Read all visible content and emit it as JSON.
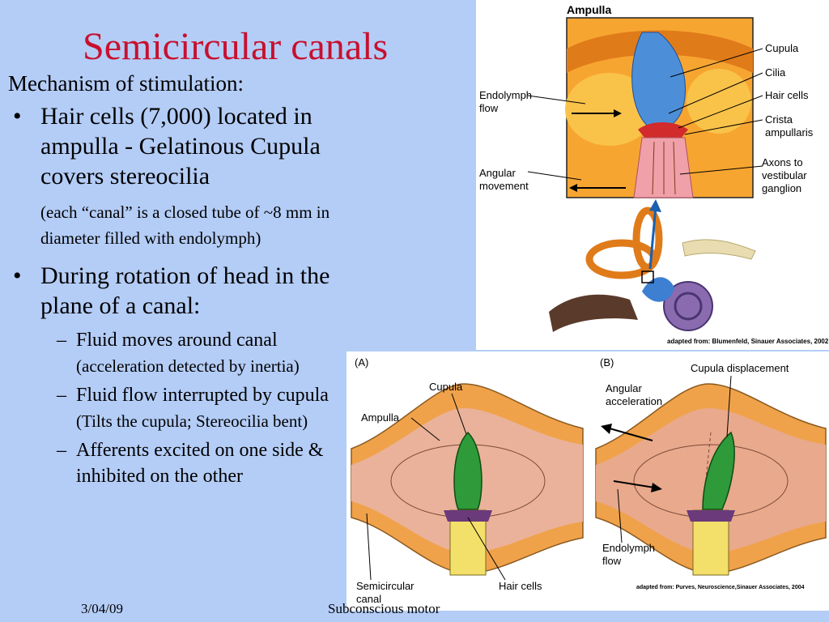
{
  "slide": {
    "title": "Semicircular canals",
    "intro": "Mechanism of stimulation:",
    "bullet_mark": "•",
    "dash_mark": "–",
    "bullet1": "Hair cells (7,000) located in ampulla - Gelatinous Cupula covers stereocilia",
    "note": "(each “canal” is a closed tube of ~8 mm in diameter filled with endolymph)",
    "bullet2": "During rotation of head in the plane of a canal:",
    "sub1_main": "Fluid moves around canal",
    "sub1_detail": "(acceleration detected by inertia)",
    "sub2_main": "Fluid flow interrupted by cupula",
    "sub2_detail": "(Tilts the cupula; Stereocilia bent)",
    "sub3_main": "Afferents excited on one side & inhibited on the other",
    "footer_date": "3/04/09",
    "footer_center": "Subconscious motor"
  },
  "figure_top": {
    "heading": "Ampulla",
    "labels": {
      "cupula": "Cupula",
      "cilia": "Cilia",
      "hair_cells": "Hair cells",
      "crista_1": "Crista",
      "crista_2": "ampullaris",
      "axons_1": "Axons to",
      "axons_2": "vestibular",
      "axons_3": "ganglion",
      "endolymph_1": "Endolymph",
      "endolymph_2": "flow",
      "angular_1": "Angular",
      "angular_2": "movement"
    },
    "credit": "adapted from: Blumenfeld, Sinauer Associates, 2002"
  },
  "figure_bottom": {
    "panel_a": "(A)",
    "panel_b": "(B)",
    "labels": {
      "cupula": "Cupula",
      "ampulla": "Ampulla",
      "semicircular_1": "Semicircular",
      "semicircular_2": "canal",
      "hair_cells": "Hair cells",
      "cupula_displacement": "Cupula displacement",
      "angular_1": "Angular",
      "angular_2": "acceleration",
      "endolymph_1": "Endolymph",
      "endolymph_2": "flow"
    },
    "credit": "adapted from: Purves, Neuroscience,Sinauer Associates, 2004"
  },
  "colors": {
    "background": "#b4cdf7",
    "title": "#c8102e",
    "tissue_orange": "#f3a33a",
    "fluid_pink": "#e9a98c",
    "cupula_green": "#2f9a3a",
    "cupula_blue": "#4c8fd8"
  }
}
